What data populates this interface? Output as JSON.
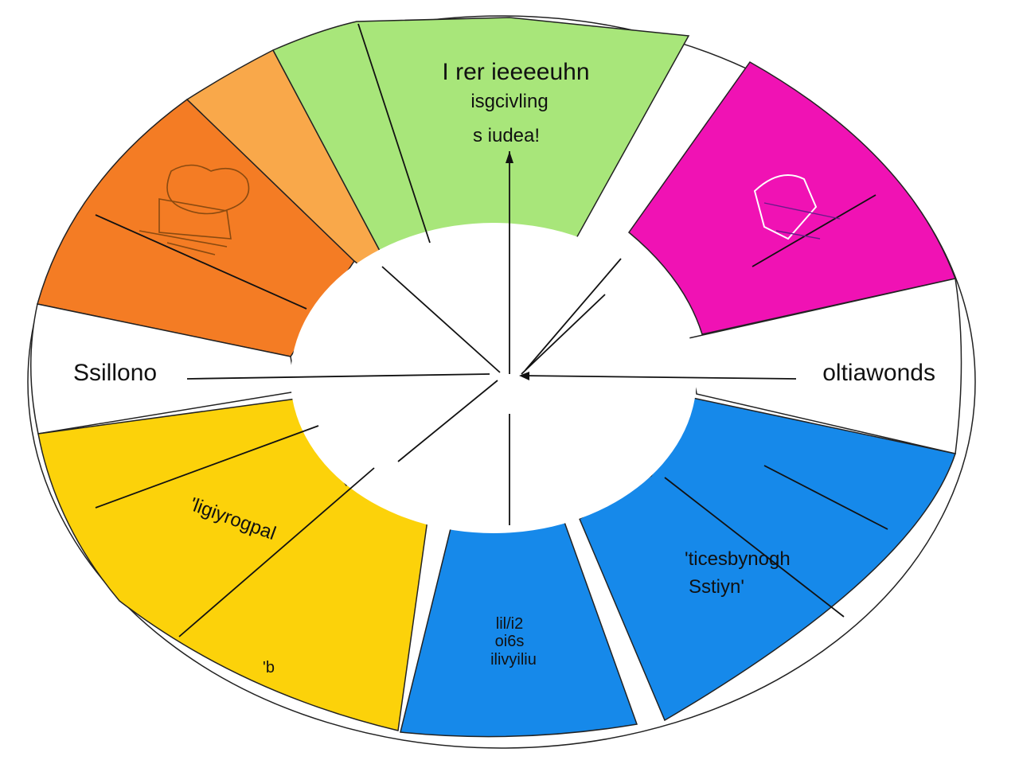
{
  "diagram": {
    "colors": {
      "orange": "#f47c24",
      "light_orange": "#f9a84a",
      "green": "#a8e67a",
      "magenta": "#f012b4",
      "blue": "#1689ea",
      "yellow": "#fcd20a",
      "white": "#ffffff",
      "outline": "#222222"
    },
    "labels": {
      "top_line1": "I rer ieeeeuhn",
      "top_line2": "isgcivling",
      "top_line3": "s iudea!",
      "left": "Ssillono",
      "right": "oltiawonds",
      "bottom_left": "'ligiyrogpal",
      "bottom_left_small": "'b",
      "bottom_right_line1": "'ticesbynogh",
      "bottom_right_line2": "Sstiyn'",
      "bottom_center_line1": "lil/i2",
      "bottom_center_line2": "oi6s",
      "bottom_center_line3": "ilivyiliu"
    },
    "icons": [
      "brain-doodle-icon",
      "sketch-doodle-icon"
    ]
  }
}
